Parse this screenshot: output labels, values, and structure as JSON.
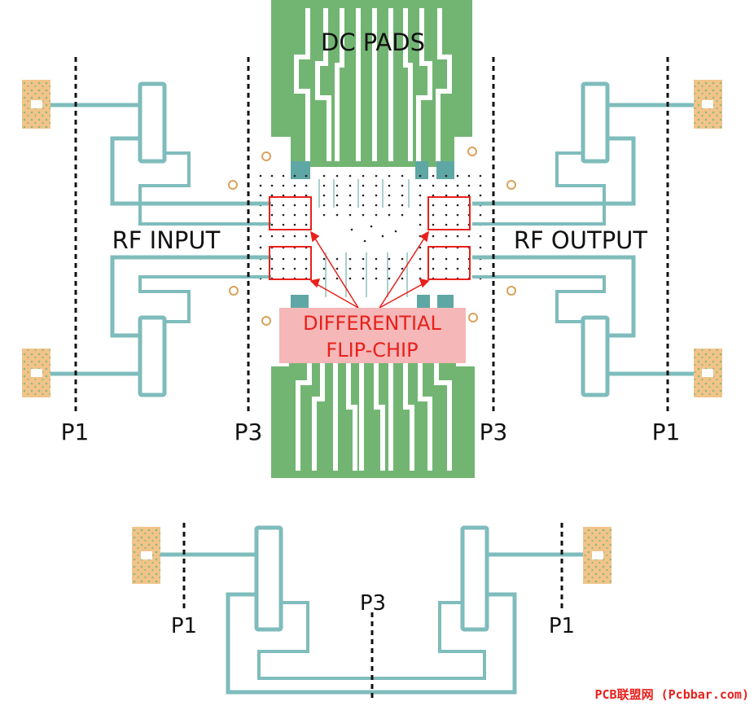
{
  "labels": {
    "dc_pads": "DC PADS",
    "rf_input": "RF INPUT",
    "rf_output": "RF OUTPUT",
    "diff_line1": "DIFFERENTIAL",
    "diff_line2": "FLIP-CHIP",
    "p1_left": "P1",
    "p3_left": "P3",
    "p3_right": "P3",
    "p1_right": "P1",
    "bottom_p1_left": "P1",
    "bottom_p3": "P3",
    "bottom_p1_right": "P1",
    "watermark": "PCB联盟网 (Pcbbar.com)"
  },
  "colors": {
    "trace": "#7fbcbc",
    "dc_green": "#72b573",
    "pad_orange": "#f2c489",
    "pad_dot": "#8fb77f",
    "chip_red": "#e8201c",
    "label_bg": "#f5b7b7",
    "via_ring": "#d9a25a",
    "bump_teal": "#5fa7a4"
  }
}
